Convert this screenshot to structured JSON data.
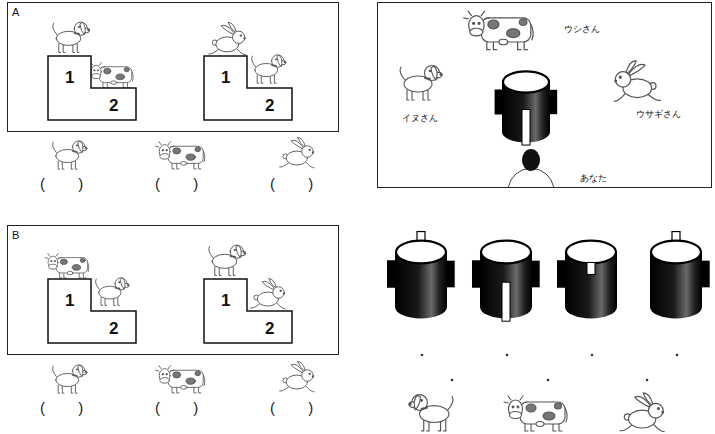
{
  "diagram": {
    "nodes": [
      {
        "text": [
          "A"
        ]
      },
      {
        "text": [
          "1",
          "2"
        ],
        "in": 0
      },
      {
        "text": [
          "1",
          "2"
        ],
        "in": 0
      },
      {
        "text": [
          "B"
        ]
      },
      {
        "text": [
          "1",
          "2"
        ],
        "in": 3
      },
      {
        "text": [
          "1",
          "2"
        ],
        "in": 3
      },
      {
        "text": [
          "ウシさん",
          "イヌさん",
          "ウサギさん",
          "あなた"
        ]
      }
    ],
    "labels": [
      "(        )",
      "(        )",
      "(        )",
      "(        )",
      "(        )",
      "(        )"
    ]
  }
}
